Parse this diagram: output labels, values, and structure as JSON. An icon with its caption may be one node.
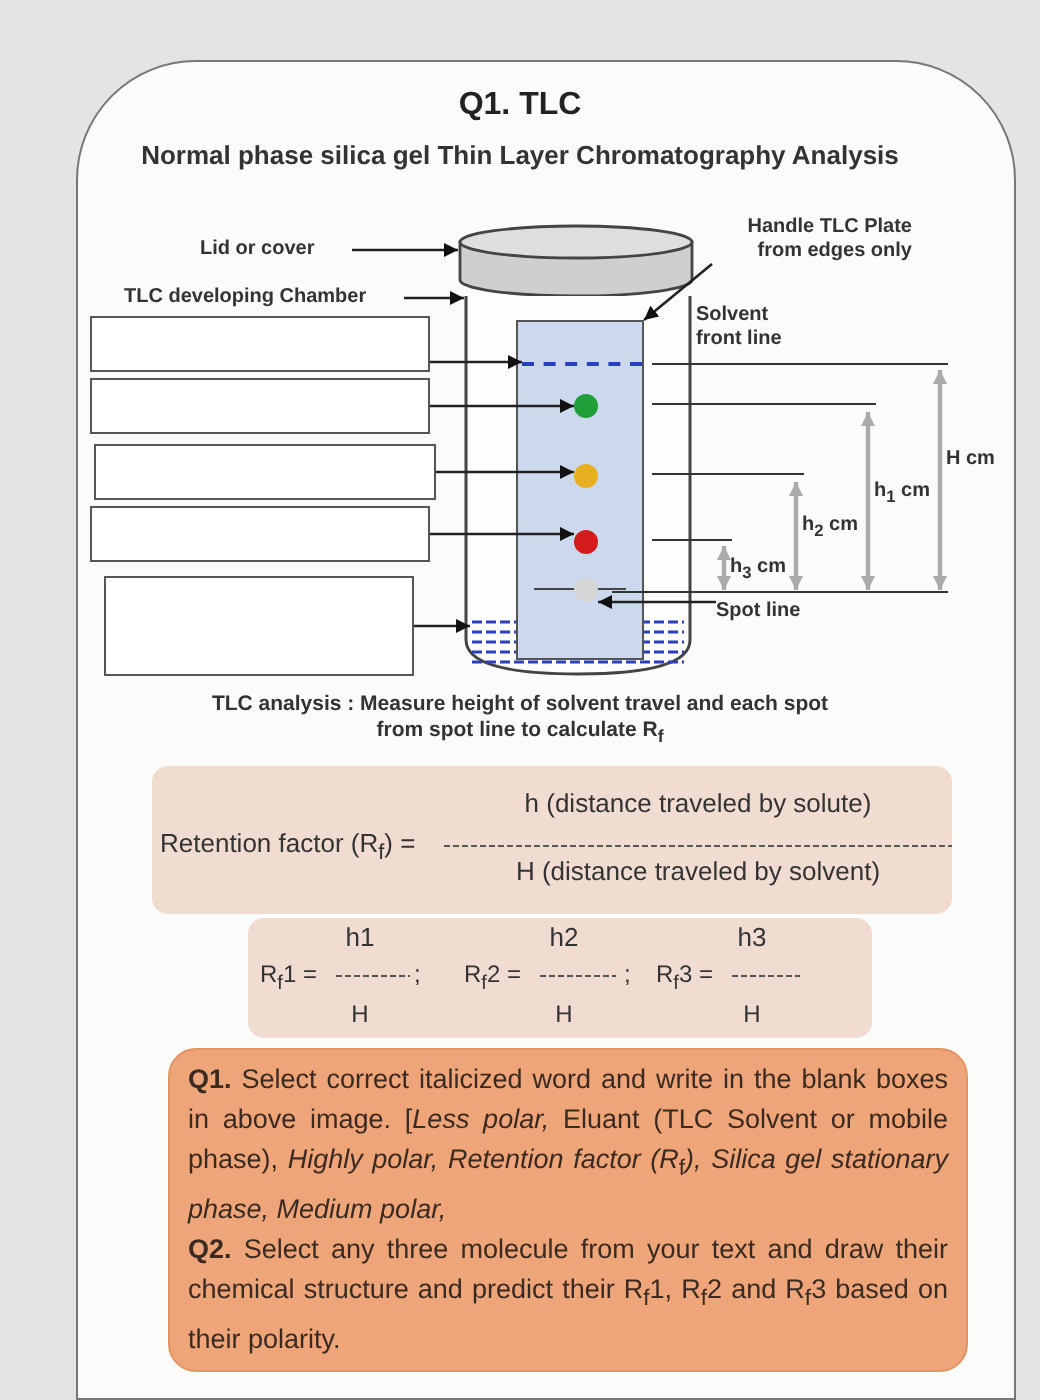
{
  "diagram": {
    "title": "Q1. TLC",
    "nodes": [
      {
        "text": [
          "Lid or cover"
        ]
      },
      {
        "text": [],
        "shape": "cylinder"
      },
      {
        "text": [
          "TLC developing Chamber"
        ]
      },
      {
        "text": [],
        "shape": "cylinder"
      },
      {
        "text": [
          "Handle TLC Plate from edges only"
        ]
      },
      {
        "text": [],
        "shape": "box",
        "in": 3
      },
      {
        "text": [],
        "shape": "box"
      },
      {
        "text": [],
        "shape": "box"
      },
      {
        "text": [],
        "shape": "box"
      },
      {
        "text": [],
        "shape": "box"
      },
      {
        "text": [],
        "shape": "box"
      },
      {
        "text": [],
        "shape": "circle",
        "in": 5
      },
      {
        "text": [],
        "shape": "circle",
        "in": 5
      },
      {
        "text": [],
        "shape": "circle",
        "in": 5
      },
      {
        "text": [],
        "shape": "circle",
        "in": 5
      },
      {
        "text": [
          "Spot line"
        ]
      },
      {
        "text": [],
        "shape": "bar",
        "in": 5
      },
      {
        "text": [],
        "shape": "bar",
        "in": 3
      }
    ],
    "edges": [
      {
        "from": 0,
        "to": 1,
        "arrow": "to"
      },
      {
        "from": 2,
        "to": 3,
        "arrow": "to"
      },
      {
        "from": 4,
        "to": 5,
        "arrow": "to"
      },
      {
        "from": 6,
        "to": 16,
        "arrow": "to"
      },
      {
        "from": 7,
        "to": 11,
        "arrow": "to"
      },
      {
        "from": 8,
        "to": 12,
        "arrow": "to"
      },
      {
        "from": 9,
        "to": 13,
        "arrow": "to"
      },
      {
        "from": 10,
        "to": 17,
        "arrow": "to"
      },
      {
        "from": 15,
        "to": 14,
        "arrow": "to"
      }
    ],
    "labels": [
      "Normal phase silica gel Thin Layer Chromatography Analysis",
      "Solvent front line",
      "H cm",
      "h$_{1}$ cm",
      "h$_{2}$ cm",
      "h$_{3}$ cm",
      "TLC analysis : Measure height of solvent travel and each spot from spot line to calculate R$_{f}$",
      "Retention factor (R$_{f}$) =",
      "h (distance traveled by solute)",
      "H (distance traveled by solvent)",
      "h1",
      "h2",
      "h3",
      "R$_{f}$1 =",
      ";",
      "R$_{f}$2 =",
      ";",
      "R$_{f}$3 =",
      "H",
      "H",
      "H",
      "**Q1.** Select correct italicized word and write in the blank boxes in above image. [*Less polar,* Eluant (TLC Solvent or mobile phase), *Highly polar, Retention factor (R*$_{f}$*), Silica gel stationary phase, Medium polar,*",
      "**Q2.** Select any three molecule from your text and draw their chemical structure and predict their R$_{f}$1, R$_{f}$2 and R$_{f}$3 based on their polarity."
    ]
  }
}
